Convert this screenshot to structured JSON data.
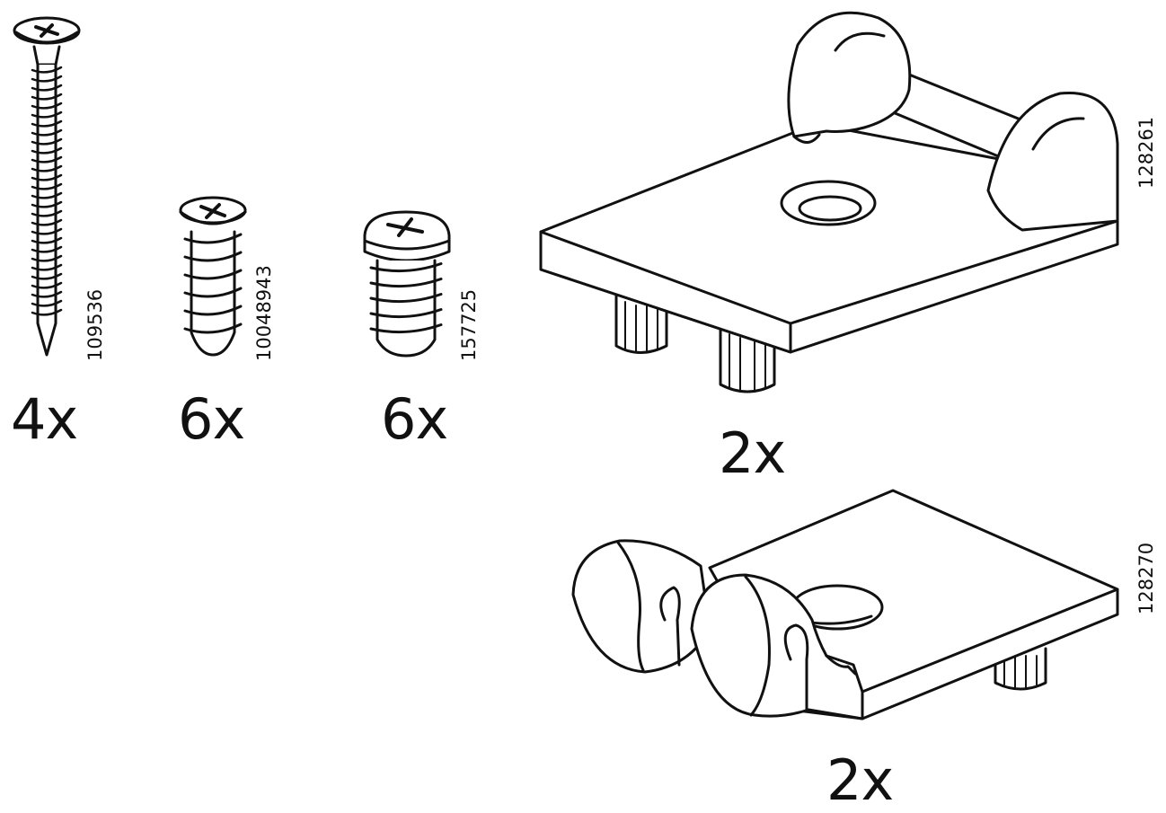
{
  "parts": [
    {
      "id": "long-wood-screw",
      "article_number": "109536",
      "quantity": "4x"
    },
    {
      "id": "short-screw",
      "article_number": "10048943",
      "quantity": "6x"
    },
    {
      "id": "pan-head-screw",
      "article_number": "157725",
      "quantity": "6x"
    },
    {
      "id": "hinge-bracket-upper",
      "article_number": "128261",
      "quantity": "2x"
    },
    {
      "id": "hinge-bracket-lower",
      "article_number": "128270",
      "quantity": "2x"
    }
  ],
  "colors": {
    "ink": "#111111",
    "background": "#ffffff"
  }
}
